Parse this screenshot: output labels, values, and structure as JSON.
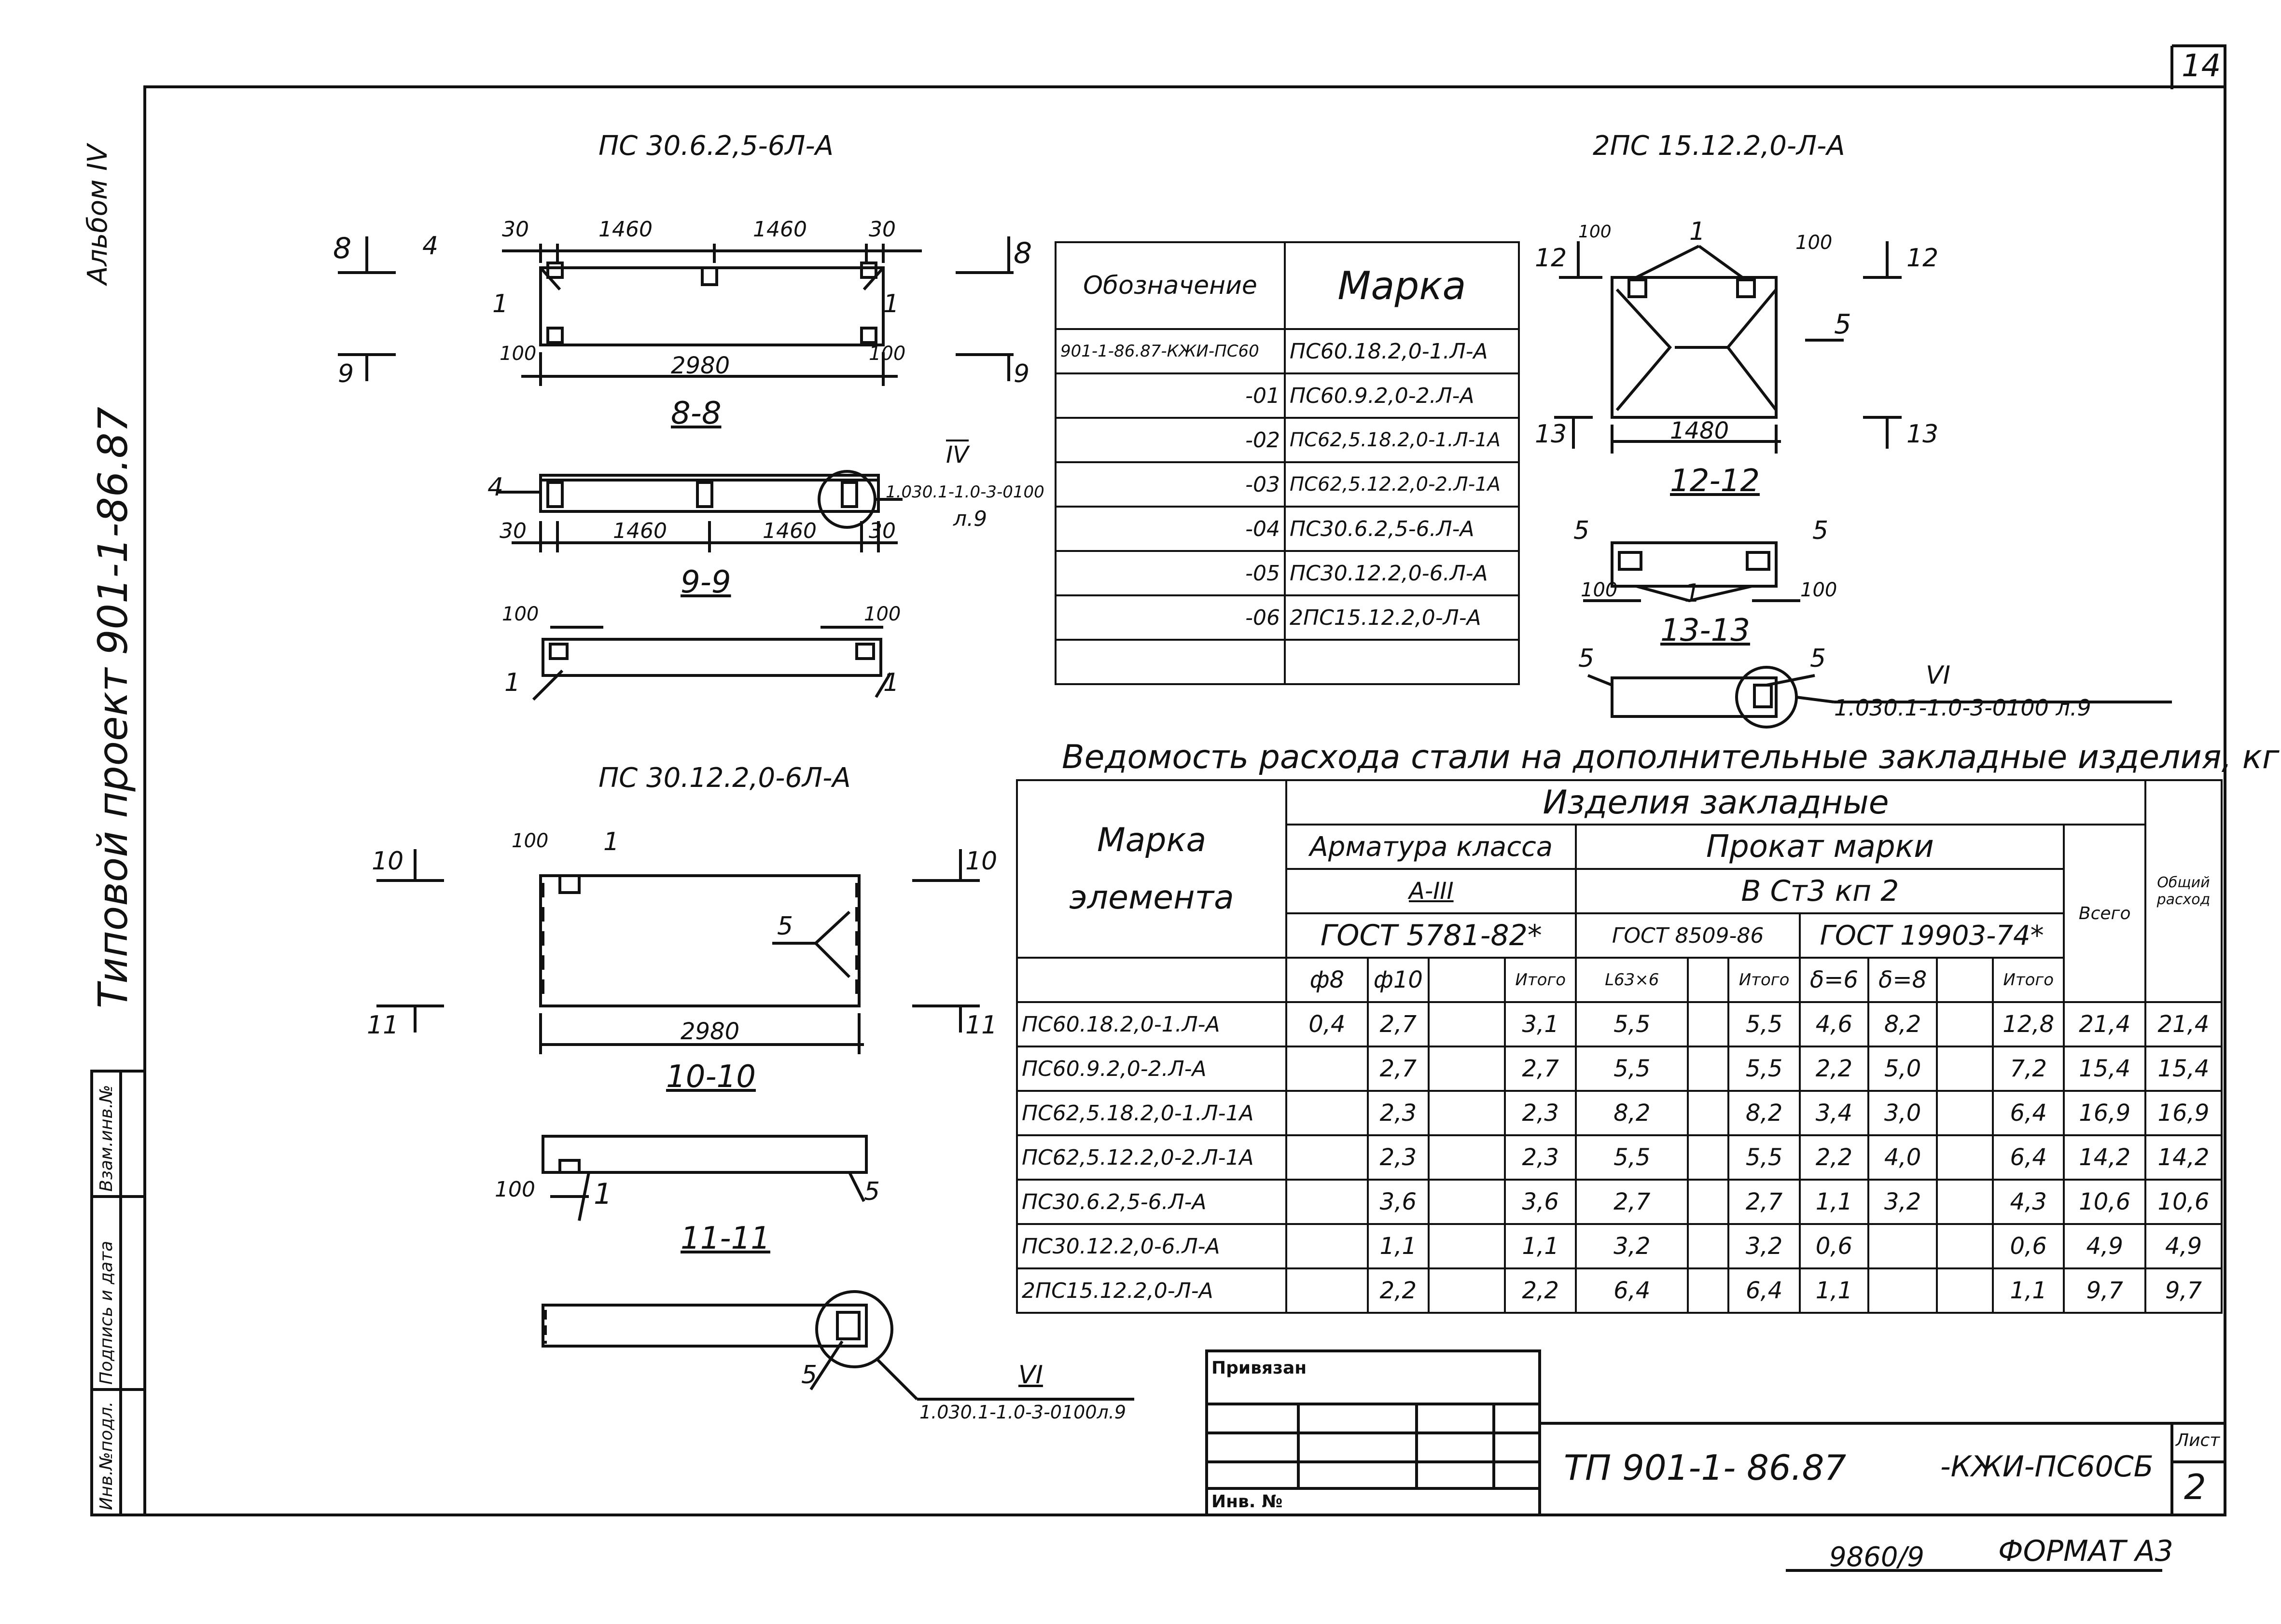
{
  "sheet_number_top": "14",
  "sidebar": {
    "album": "Альбом IV",
    "project": "Типовой проект 901-1-86.87",
    "stamp_cols": [
      "Инв.№подл.",
      "Подпись и дата",
      "Взам.инв.№"
    ]
  },
  "views": {
    "title1": "ПС 30.6.2,5-6Л-А",
    "title2": "ПС 30.12.2,0-6Л-А",
    "title3": "2ПС 15.12.2,0-Л-А",
    "section_8": "8-8",
    "section_9": "9-9",
    "section_10": "10-10",
    "section_11": "11-11",
    "section_12": "12-12",
    "section_13": "13-13",
    "dims": {
      "d1460": "1460",
      "d30": "30",
      "d2980": "2980",
      "d100": "100",
      "d1480": "1480"
    },
    "marks": {
      "m1": "1",
      "m4": "4",
      "m5": "5",
      "m8": "8",
      "m9": "9",
      "m10": "10",
      "m11": "11",
      "m12": "12",
      "m13": "13"
    },
    "ref_iv_mark": "IV",
    "ref_iv_code": "1.030.1-1.0-3-0100",
    "ref_iv_sheet": "л.9",
    "ref_vi_mark": "VI",
    "ref_vi_code1": "1.030.1-1.0-3-0100 л.9",
    "ref_vi_code2": "1.030.1-1.0-3-0100л.9"
  },
  "designation_table": {
    "headers": [
      "Обозначение",
      "Марка"
    ],
    "rows": [
      [
        "901-1-86.87-КЖИ-ПС60",
        "ПС60.18.2,0-1.Л-А"
      ],
      [
        "-01",
        "ПС60.9.2,0-2.Л-А"
      ],
      [
        "-02",
        "ПС62,5.18.2,0-1.Л-1А"
      ],
      [
        "-03",
        "ПС62,5.12.2,0-2.Л-1А"
      ],
      [
        "-04",
        "ПС30.6.2,5-6.Л-А"
      ],
      [
        "-05",
        "ПС30.12.2,0-6.Л-А"
      ],
      [
        "-06",
        "2ПС15.12.2,0-Л-А"
      ],
      [
        "",
        ""
      ]
    ]
  },
  "steel_table": {
    "title": "Ведомость расхода стали на дополнительные закладные изделия, кг",
    "h_products": "Изделия закладные",
    "h_mark1": "Марка",
    "h_mark2": "элемента",
    "h_rebar": "Арматура класса",
    "h_rebar_class": "А-III",
    "h_rebar_gost": "ГОСТ 5781-82*",
    "h_rolled": "Прокат марки",
    "h_rolled_grade": "В Ст3 кп 2",
    "h_gost8509": "ГОСТ 8509-86",
    "h_gost19903": "ГОСТ 19903-74*",
    "h_total": "Всего",
    "h_common": "Общий расход",
    "h_f8": "ф8",
    "h_f10": "ф10",
    "h_itogo": "Итого",
    "h_l63": "L63×6",
    "h_s6": "δ=6",
    "h_s8": "δ=8",
    "rows": [
      [
        "ПС60.18.2,0-1.Л-А",
        "0,4",
        "2,7",
        "",
        "3,1",
        "5,5",
        "",
        "5,5",
        "4,6",
        "8,2",
        "",
        "12,8",
        "21,4",
        "21,4"
      ],
      [
        "ПС60.9.2,0-2.Л-А",
        "",
        "2,7",
        "",
        "2,7",
        "5,5",
        "",
        "5,5",
        "2,2",
        "5,0",
        "",
        "7,2",
        "15,4",
        "15,4"
      ],
      [
        "ПС62,5.18.2,0-1.Л-1А",
        "",
        "2,3",
        "",
        "2,3",
        "8,2",
        "",
        "8,2",
        "3,4",
        "3,0",
        "",
        "6,4",
        "16,9",
        "16,9"
      ],
      [
        "ПС62,5.12.2,0-2.Л-1А",
        "",
        "2,3",
        "",
        "2,3",
        "5,5",
        "",
        "5,5",
        "2,2",
        "4,0",
        "",
        "6,4",
        "14,2",
        "14,2"
      ],
      [
        "ПС30.6.2,5-6.Л-А",
        "",
        "3,6",
        "",
        "3,6",
        "2,7",
        "",
        "2,7",
        "1,1",
        "3,2",
        "",
        "4,3",
        "10,6",
        "10,6"
      ],
      [
        "ПС30.12.2,0-6.Л-А",
        "",
        "1,1",
        "",
        "1,1",
        "3,2",
        "",
        "3,2",
        "0,6",
        "",
        "",
        "0,6",
        "4,9",
        "4,9"
      ],
      [
        "2ПС15.12.2,0-Л-А",
        "",
        "2,2",
        "",
        "2,2",
        "6,4",
        "",
        "6,4",
        "1,1",
        "",
        "",
        "1,1",
        "9,7",
        "9,7"
      ]
    ]
  },
  "title_block": {
    "bound": "Привязан",
    "inv": "Инв. №",
    "code": "ТП 901-1- 86.87",
    "suffix": "-КЖИ-ПС60СБ",
    "sheet_label": "Лист",
    "sheet_no": "2"
  },
  "footer": {
    "archive": "9860/9",
    "format": "ФОРМАТ А3"
  }
}
